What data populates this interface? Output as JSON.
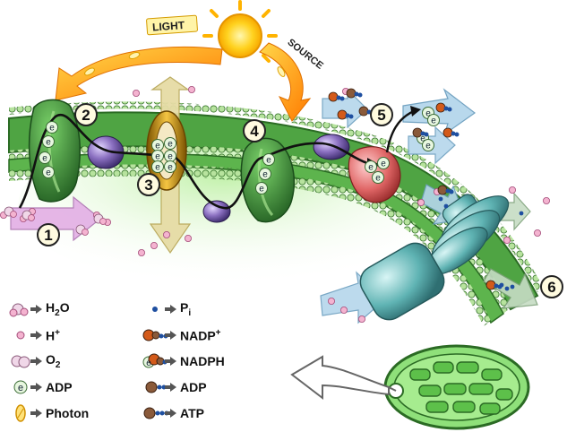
{
  "sun": {
    "label_light": "LIGHT",
    "label_source": "SOURCE"
  },
  "steps": [
    "1",
    "2",
    "3",
    "4",
    "5",
    "6"
  ],
  "electron_glyph": "e",
  "legend": {
    "left": [
      {
        "name": "h2o",
        "text": "H",
        "sub": "2",
        "tail": "O",
        "icon": "water-molecule-icon"
      },
      {
        "name": "h-plus",
        "text": "H",
        "sup": "+",
        "icon": "proton-icon"
      },
      {
        "name": "o2",
        "text": "O",
        "sub": "2",
        "icon": "oxygen-molecule-icon"
      },
      {
        "name": "electron",
        "text": "ADP",
        "icon": "electron-icon"
      },
      {
        "name": "photon",
        "text": "Photon",
        "icon": "photon-icon"
      }
    ],
    "right": [
      {
        "name": "pi",
        "text": "P",
        "sub": "i",
        "icon": "phosphate-icon"
      },
      {
        "name": "nadp-plus",
        "text": "NADP",
        "sup": "+",
        "icon": "nadp-plus-icon"
      },
      {
        "name": "nadph",
        "text": "NADPH",
        "icon": "nadph-icon"
      },
      {
        "name": "adp",
        "text": "ADP",
        "icon": "adp-icon"
      },
      {
        "name": "atp",
        "text": "ATP",
        "icon": "atp-icon"
      }
    ]
  },
  "colors": {
    "membrane": "#3f8f3a",
    "membrane_light": "#8fd07a",
    "photosystem": "#2e7d32",
    "cytochrome": "#b8860b",
    "ferredoxin": "#8a6fc0",
    "reductase": "#e06666",
    "atp_synthase": "#5fb3b3",
    "sun": "#ffcc00",
    "proton": "#f4a6c8",
    "arrow_pink": "#d59ad8",
    "arrow_blue": "#a9cfe8",
    "arrow_beige": "#e8dca5",
    "chloroplast": "#8fe07a"
  }
}
